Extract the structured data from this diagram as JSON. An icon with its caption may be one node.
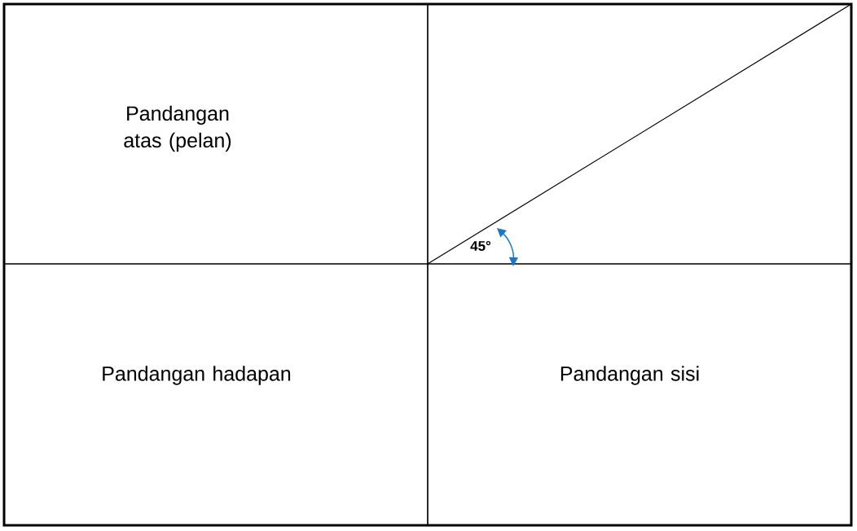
{
  "diagram": {
    "nodes": [
      {
        "text": [
          "Pandangan atas (pelan)"
        ]
      },
      {
        "text": [],
        "shape": "box"
      },
      {
        "text": [
          "Pandangan hadapan"
        ]
      },
      {
        "text": [
          "Pandangan sisi"
        ]
      }
    ],
    "labels": [
      "45°"
    ]
  }
}
